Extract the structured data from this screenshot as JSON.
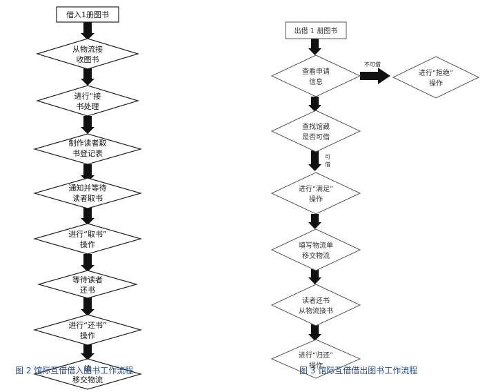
{
  "left_flow": {
    "nodes": [
      {
        "id": "L0",
        "shape": "rect",
        "lines": [
          "借入1册图书"
        ]
      },
      {
        "id": "L1",
        "shape": "diamond",
        "lines": [
          "从物流接",
          "收图书"
        ]
      },
      {
        "id": "L2",
        "shape": "diamond",
        "lines": [
          "进行“接",
          "书处理"
        ]
      },
      {
        "id": "L3",
        "shape": "diamond",
        "lines": [
          "制作读者取",
          "书登记表"
        ]
      },
      {
        "id": "L4",
        "shape": "diamond",
        "lines": [
          "通知并等待",
          "读者取书"
        ]
      },
      {
        "id": "L5",
        "shape": "diamond",
        "lines": [
          "进行“取书”",
          "操作"
        ]
      },
      {
        "id": "L6",
        "shape": "diamond",
        "lines": [
          "等待读者",
          "还书"
        ]
      },
      {
        "id": "L7",
        "shape": "diamond",
        "lines": [
          "进行“还书”",
          "操作"
        ]
      },
      {
        "id": "L8",
        "shape": "diamond",
        "lines": [
          "填",
          "移交物流"
        ]
      }
    ],
    "caption": "图 2 馆际互借借入图书工作流程"
  },
  "right_flow": {
    "nodes": [
      {
        "id": "R0",
        "shape": "rect",
        "lines": [
          "出借 1 册图书"
        ]
      },
      {
        "id": "R1",
        "shape": "diamond",
        "lines": [
          "查看申请",
          "信息"
        ]
      },
      {
        "id": "R2",
        "shape": "diamond",
        "lines": [
          "查找馆藏",
          "是否可借"
        ]
      },
      {
        "id": "R3",
        "shape": "diamond",
        "lines": [
          "进行“满足”",
          "操作"
        ]
      },
      {
        "id": "R4",
        "shape": "diamond",
        "lines": [
          "填写物流单",
          "移交物流"
        ]
      },
      {
        "id": "R5",
        "shape": "diamond",
        "lines": [
          "读者还书",
          "从物流接书"
        ]
      },
      {
        "id": "R6",
        "shape": "diamond",
        "lines": [
          "进行“归还”",
          "操作"
        ]
      },
      {
        "id": "R7",
        "shape": "diamond",
        "lines": [
          "进行“拒绝”",
          "操作"
        ]
      }
    ],
    "edge_labels": {
      "reject": "不可借",
      "ok": "可借"
    },
    "caption": "图 3 馆际互借借出图书工作流程"
  }
}
